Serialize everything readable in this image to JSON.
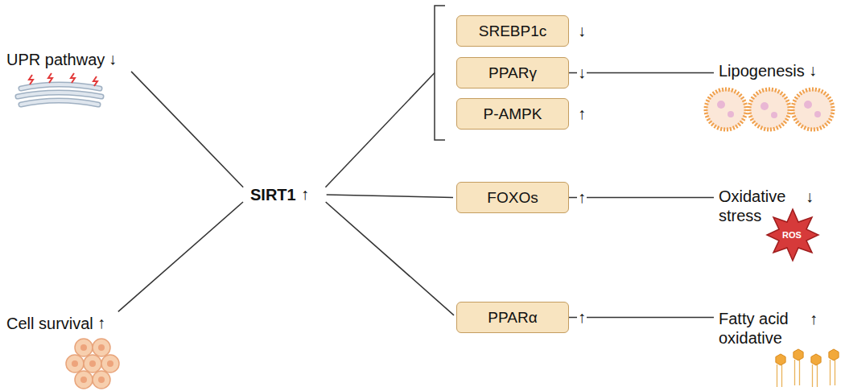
{
  "diagram": {
    "nodes": [
      {
        "text": [
          "UPR pathway"
        ]
      },
      {
        "text": [
          "Cell survival"
        ]
      },
      {
        "text": [
          "SIRT1"
        ]
      },
      {
        "text": [
          "SREBP1c"
        ]
      },
      {
        "text": [
          "PPARγ"
        ]
      },
      {
        "text": [
          "P-AMPK"
        ]
      },
      {
        "text": [
          "FOXOs"
        ]
      },
      {
        "text": [
          "PPARα"
        ]
      },
      {
        "text": [
          "Lipogenesis"
        ]
      },
      {
        "text": [
          "Oxidative stress"
        ]
      },
      {
        "text": [
          "Fatty acid oxidative"
        ]
      }
    ],
    "edges": [
      {
        "from": 0,
        "to": 2,
        "arrow": "none"
      },
      {
        "from": 1,
        "to": 2,
        "arrow": "none"
      },
      {
        "from": 2,
        "to": 4,
        "arrow": "none"
      },
      {
        "from": 2,
        "to": 6,
        "arrow": "none"
      },
      {
        "from": 2,
        "to": 7,
        "arrow": "none"
      },
      {
        "from": 4,
        "to": 8,
        "arrow": "none"
      },
      {
        "from": 6,
        "to": 9,
        "arrow": "none"
      },
      {
        "from": 7,
        "to": 10,
        "arrow": "none"
      }
    ],
    "labels": [
      "↓",
      "↑",
      "↑",
      "↓",
      "↓",
      "↑",
      "↑",
      "↑",
      "↓",
      "↓",
      "ROS",
      "↑"
    ]
  }
}
